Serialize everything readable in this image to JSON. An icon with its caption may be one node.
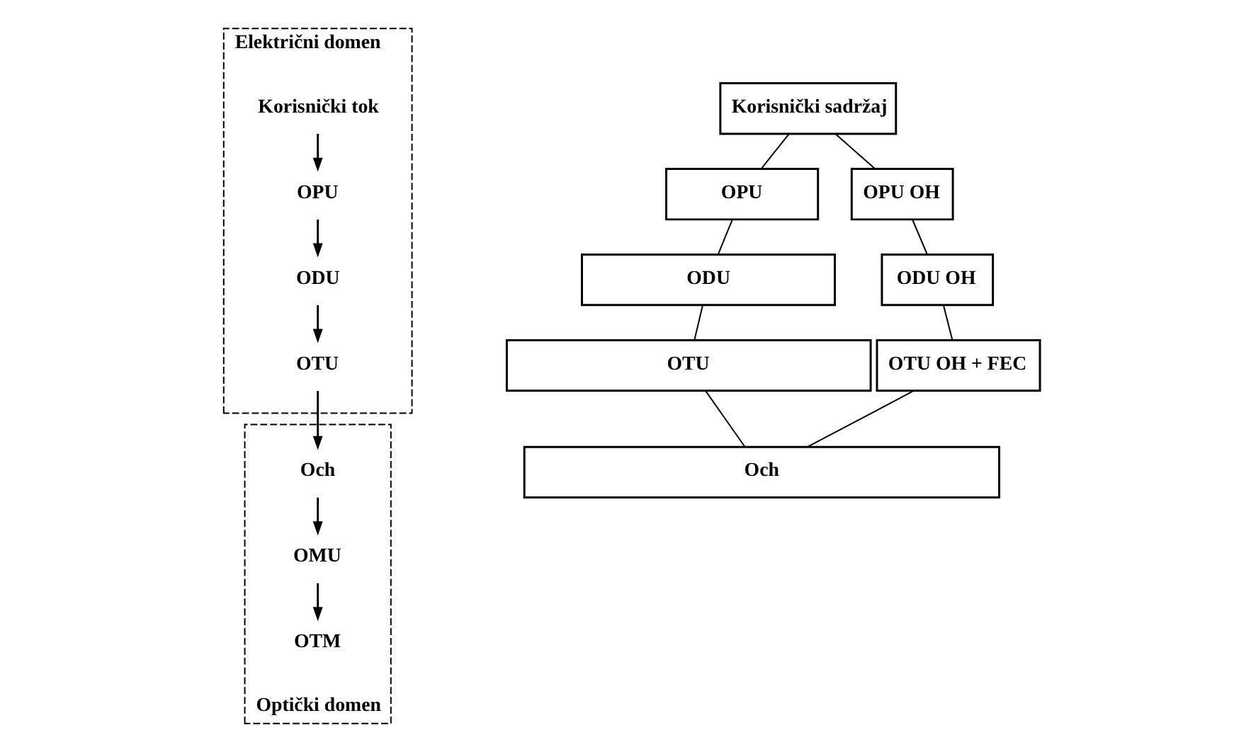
{
  "diagram": {
    "nodes": [
      {
        "text": [
          "Električni domen"
        ]
      },
      {
        "text": [
          "Korisnički tok"
        ],
        "in": 0
      },
      {
        "text": [
          "OPU"
        ],
        "in": 0
      },
      {
        "text": [
          "ODU"
        ],
        "in": 0
      },
      {
        "text": [
          "OTU"
        ],
        "in": 0
      },
      {
        "text": [
          "Optički domen"
        ]
      },
      {
        "text": [
          "Och"
        ],
        "in": 5
      },
      {
        "text": [
          "OMU"
        ],
        "in": 5
      },
      {
        "text": [
          "OTM"
        ],
        "in": 5
      },
      {
        "text": [
          "Korisnički sadržaj"
        ]
      },
      {
        "text": [
          "OPU"
        ]
      },
      {
        "text": [
          "OPU OH"
        ]
      },
      {
        "text": [
          "ODU"
        ]
      },
      {
        "text": [
          "ODU OH"
        ]
      },
      {
        "text": [
          "OTU"
        ]
      },
      {
        "text": [
          "OTU OH + FEC"
        ]
      },
      {
        "text": [
          "Och"
        ]
      }
    ],
    "edges": [
      {
        "from": 1,
        "to": 2,
        "arrow": "to"
      },
      {
        "from": 2,
        "to": 3,
        "arrow": "to"
      },
      {
        "from": 3,
        "to": 4,
        "arrow": "to"
      },
      {
        "from": 4,
        "to": 6,
        "arrow": "to"
      },
      {
        "from": 6,
        "to": 7,
        "arrow": "to"
      },
      {
        "from": 7,
        "to": 8,
        "arrow": "to"
      },
      {
        "from": 9,
        "to": 10,
        "arrow": "none"
      },
      {
        "from": 9,
        "to": 11,
        "arrow": "none"
      },
      {
        "from": 10,
        "to": 12,
        "arrow": "none"
      },
      {
        "from": 11,
        "to": 13,
        "arrow": "none"
      },
      {
        "from": 12,
        "to": 14,
        "arrow": "none"
      },
      {
        "from": 13,
        "to": 15,
        "arrow": "none"
      },
      {
        "from": 14,
        "to": 16,
        "arrow": "none"
      },
      {
        "from": 15,
        "to": 16,
        "arrow": "none"
      }
    ]
  }
}
